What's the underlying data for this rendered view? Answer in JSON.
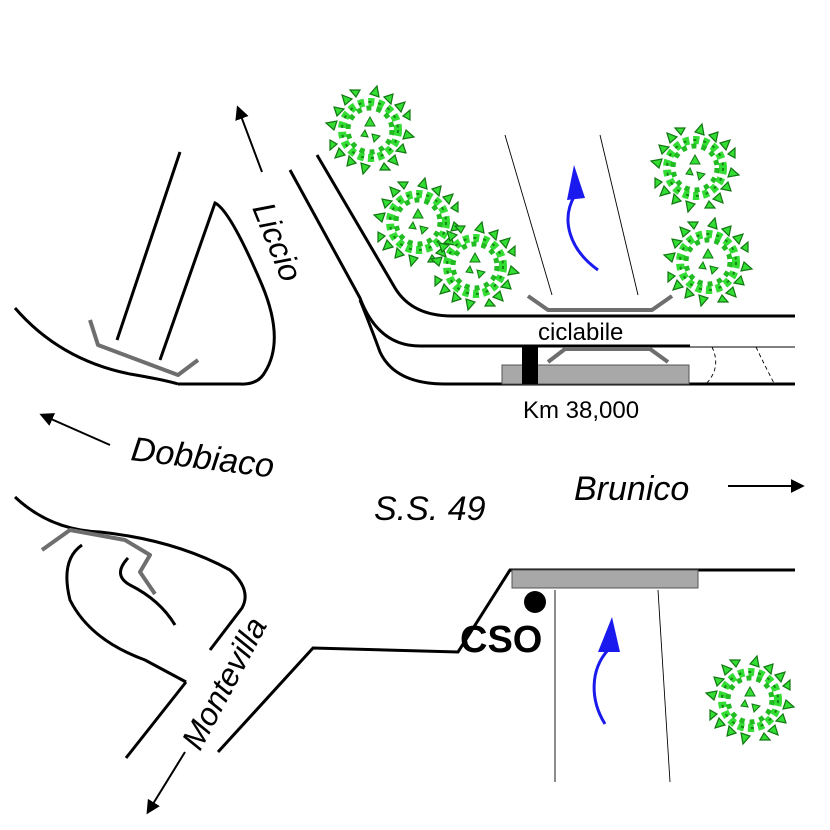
{
  "labels": {
    "liccio": "Liccio",
    "dobbiaco": "Dobbiaco",
    "montevilla": "Montevilla",
    "brunico": "Brunico",
    "road": "S.S. 49",
    "cycle_path": "ciclabile",
    "km_marker": "Km 38,000",
    "cso": "CSO"
  },
  "colors": {
    "road_line": "#000000",
    "guardrail": "#6e6e6e",
    "platform": "#a8a8a8",
    "tree_light": "#33dd33",
    "tree_dark": "#118811",
    "water_arrow": "#1a1aee"
  },
  "icons": [
    "tree-icon",
    "water-flow-arrow-icon",
    "direction-arrow-icon",
    "cso-point-icon"
  ]
}
